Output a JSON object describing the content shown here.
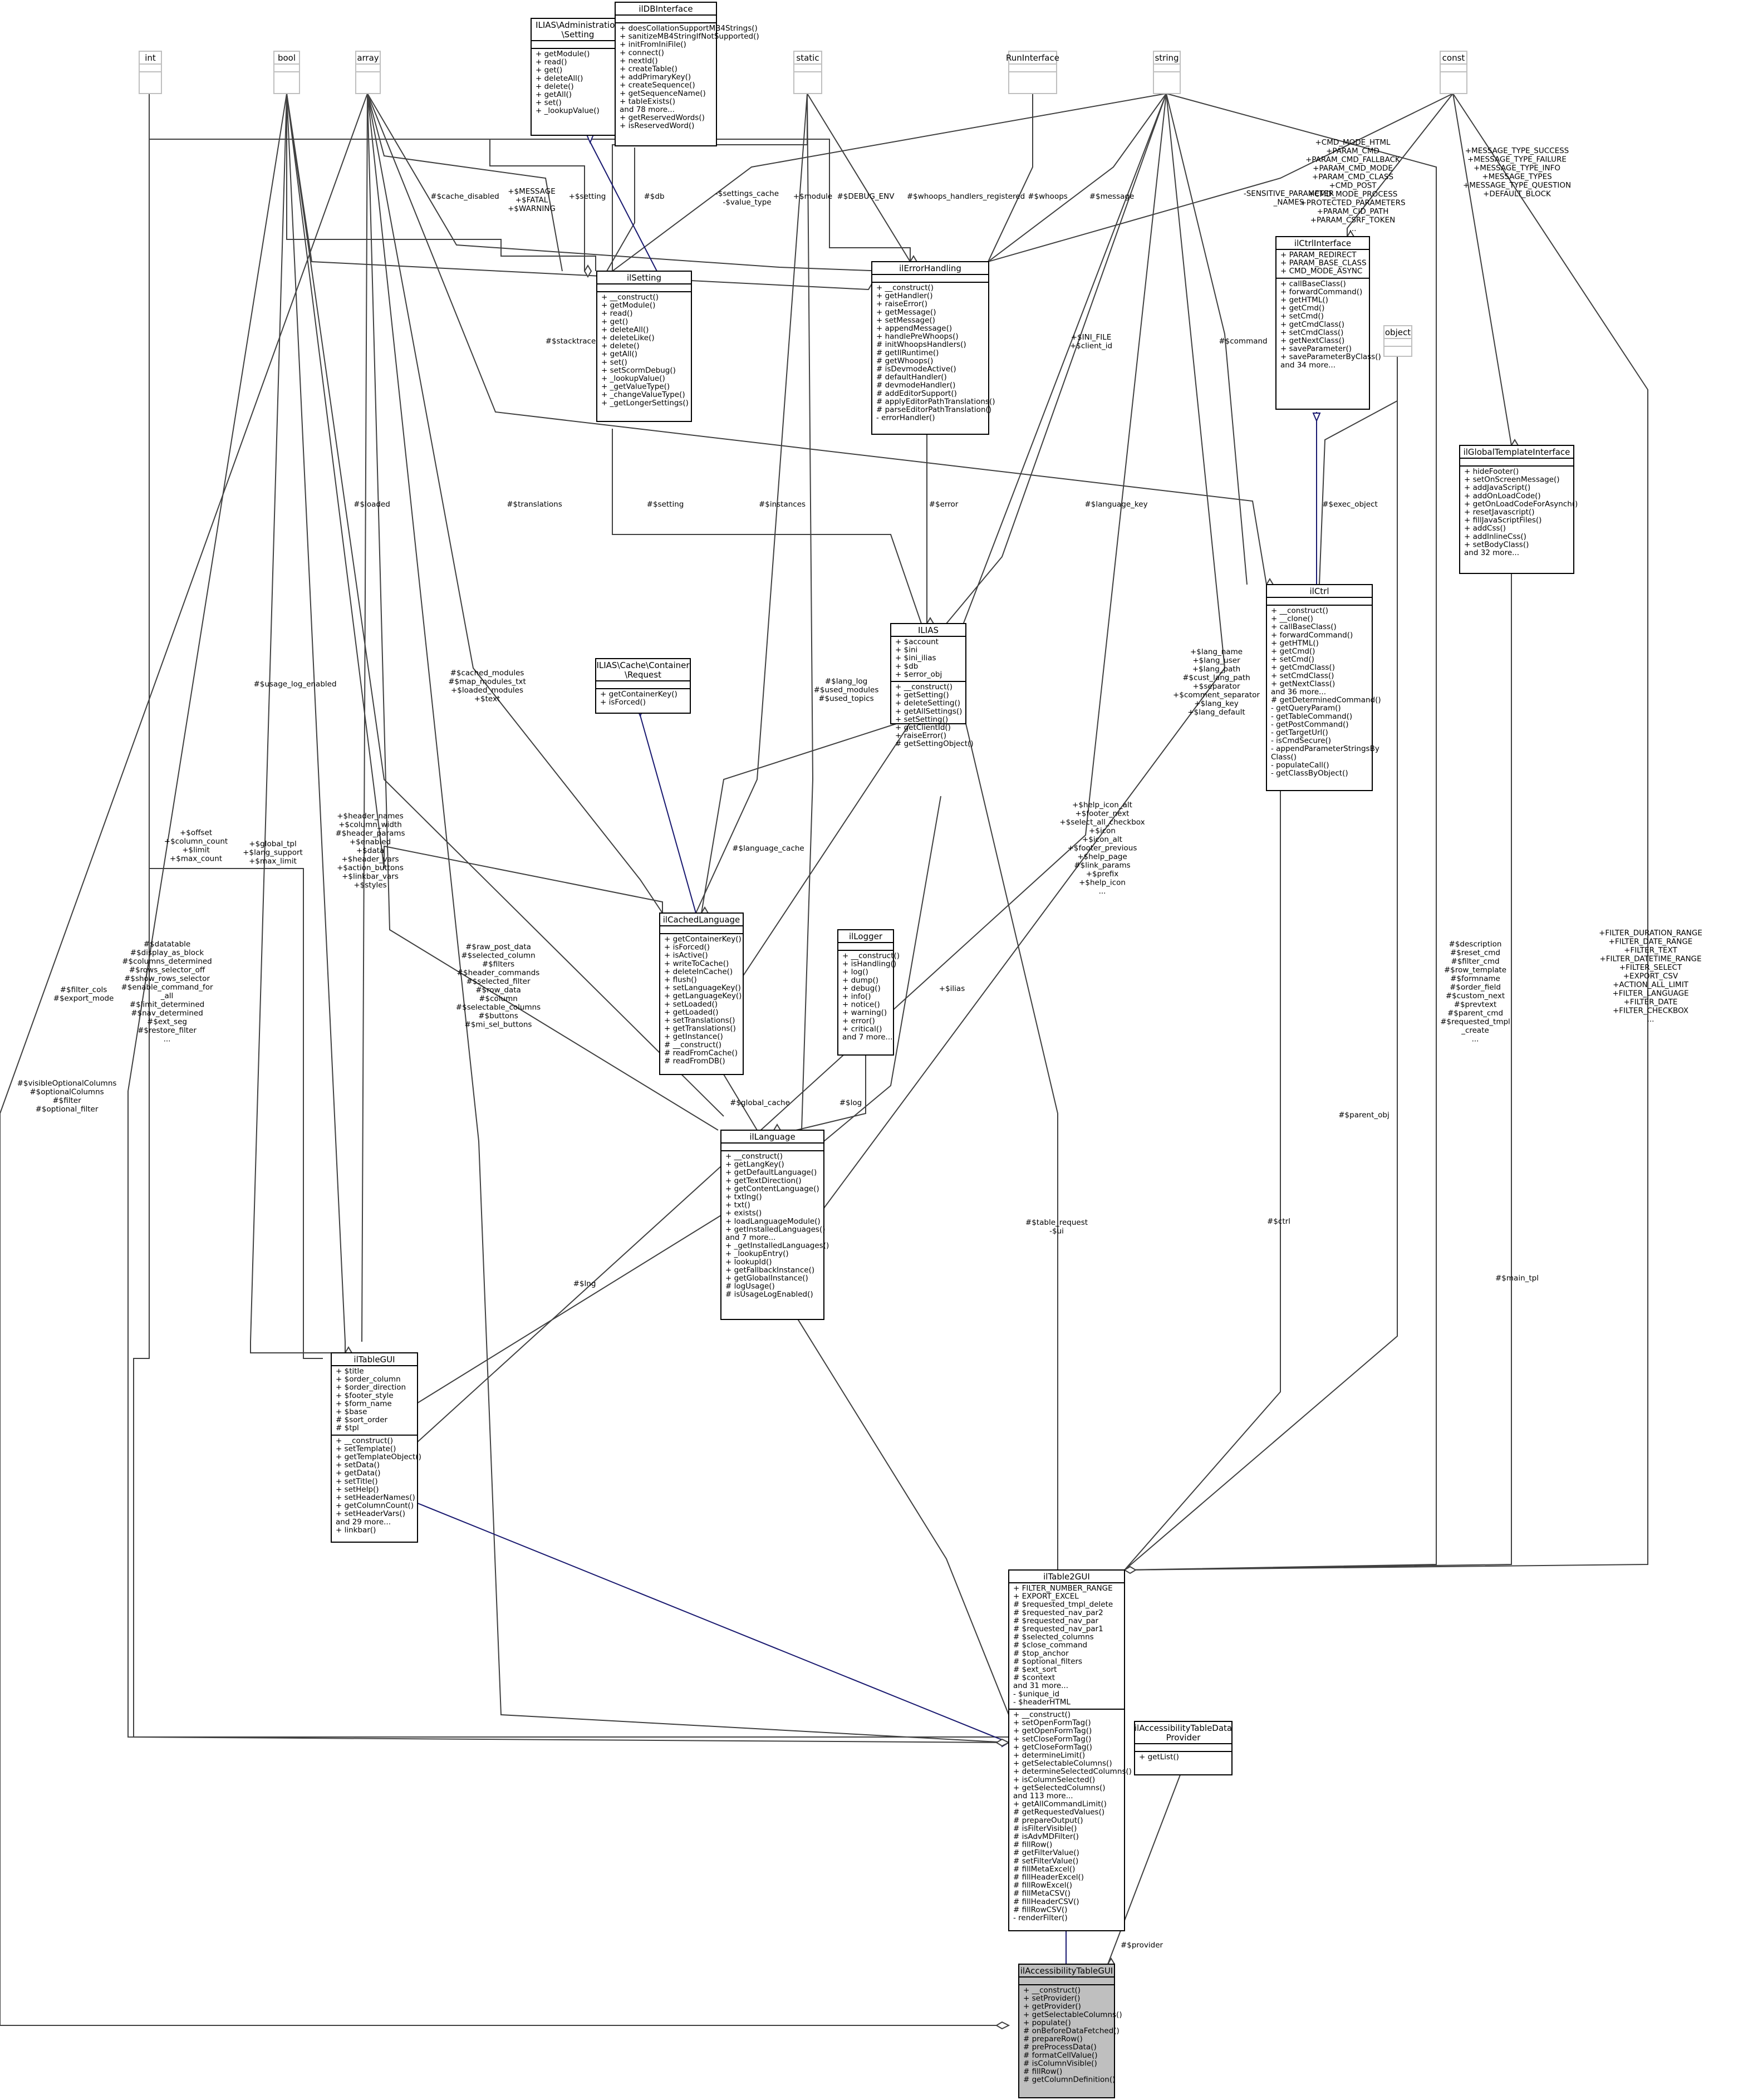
{
  "classes": [
    {
      "id": "int",
      "title": [
        "int"
      ],
      "attrs": [],
      "methods": [],
      "gray": true
    },
    {
      "id": "bool",
      "title": [
        "bool"
      ],
      "attrs": [],
      "methods": [],
      "gray": true
    },
    {
      "id": "array",
      "title": [
        "array"
      ],
      "attrs": [],
      "methods": [],
      "gray": true
    },
    {
      "id": "admset",
      "title": [
        "ILIAS\\Administration",
        "\\Setting"
      ],
      "attrs": [],
      "methods": [
        "+ getModule()",
        "+ read()",
        "+ get()",
        "+ deleteAll()",
        "+ delete()",
        "+ getAll()",
        "+ set()",
        "+ _lookupValue()"
      ]
    },
    {
      "id": "dbint",
      "title": [
        "ilDBInterface"
      ],
      "attrs": [],
      "methods": [
        "+ doesCollationSupportMB4Strings()",
        "+ sanitizeMB4StringIfNotSupported()",
        "+ initFromIniFile()",
        "+ connect()",
        "+ nextId()",
        "+ createTable()",
        "+ addPrimaryKey()",
        "+ createSequence()",
        "+ getSequenceName()",
        "+ tableExists()",
        "and 78 more...",
        "+ getReservedWords()",
        "+ isReservedWord()"
      ]
    },
    {
      "id": "static",
      "title": [
        "static"
      ],
      "attrs": [],
      "methods": [],
      "gray": true
    },
    {
      "id": "runint",
      "title": [
        "RunInterface"
      ],
      "attrs": [],
      "methods": [],
      "gray": true
    },
    {
      "id": "string",
      "title": [
        "string"
      ],
      "attrs": [],
      "methods": [],
      "gray": true
    },
    {
      "id": "const",
      "title": [
        "const"
      ],
      "attrs": [],
      "methods": [],
      "gray": true
    },
    {
      "id": "object",
      "title": [
        "object"
      ],
      "attrs": [],
      "methods": [],
      "gray": true
    },
    {
      "id": "setting",
      "title": [
        "ilSetting"
      ],
      "attrs": [],
      "methods": [
        "+ __construct()",
        "+ getModule()",
        "+ read()",
        "+ get()",
        "+ deleteAll()",
        "+ deleteLike()",
        "+ delete()",
        "+ getAll()",
        "+ set()",
        "+ setScormDebug()",
        "+ _lookupValue()",
        "+ _getValueType()",
        "+ _changeValueType()",
        "+ _getLongerSettings()"
      ]
    },
    {
      "id": "errh",
      "title": [
        "ilErrorHandling"
      ],
      "attrs": [],
      "methods": [
        "+ __construct()",
        "+ getHandler()",
        "+ raiseError()",
        "+ getMessage()",
        "+ setMessage()",
        "+ appendMessage()",
        "+ handlePreWhoops()",
        "# initWhoopsHandlers()",
        "# getIlRuntime()",
        "# getWhoops()",
        "# isDevmodeActive()",
        "# defaultHandler()",
        "# devmodeHandler()",
        "# addEditorSupport()",
        "# applyEditorPathTranslations()",
        "# parseEditorPathTranslation()",
        "- errorHandler()"
      ]
    },
    {
      "id": "ctrlint",
      "title": [
        "ilCtrlInterface"
      ],
      "attrs": [
        "+ PARAM_REDIRECT",
        "+ PARAM_BASE_CLASS",
        "+ CMD_MODE_ASYNC"
      ],
      "methods": [
        "+ callBaseClass()",
        "+ forwardCommand()",
        "+ getHTML()",
        "+ getCmd()",
        "+ setCmd()",
        "+ getCmdClass()",
        "+ setCmdClass()",
        "+ getNextClass()",
        "+ saveParameter()",
        "+ saveParameterByClass()",
        "and 34 more..."
      ]
    },
    {
      "id": "gti",
      "title": [
        "ilGlobalTemplateInterface"
      ],
      "attrs": [],
      "methods": [
        "+ hideFooter()",
        "+ setOnScreenMessage()",
        "+ addJavaScript()",
        "+ addOnLoadCode()",
        "+ getOnLoadCodeForAsynch()",
        "+ resetJavascript()",
        "+ fillJavaScriptFiles()",
        "+ addCss()",
        "+ addInlineCss()",
        "+ setBodyClass()",
        "and 32 more..."
      ]
    },
    {
      "id": "ctrl",
      "title": [
        "ilCtrl"
      ],
      "attrs": [],
      "methods": [
        "+ __construct()",
        "+ __clone()",
        "+ callBaseClass()",
        "+ forwardCommand()",
        "+ getHTML()",
        "+ getCmd()",
        "+ setCmd()",
        "+ getCmdClass()",
        "+ setCmdClass()",
        "+ getNextClass()",
        "and 36 more...",
        "# getDeterminedCommand()",
        "- getQueryParam()",
        "- getTableCommand()",
        "- getPostCommand()",
        "- getTargetUrl()",
        "- isCmdSecure()",
        "- appendParameterStringsBy",
        "Class()",
        "- populateCall()",
        "- getClassByObject()"
      ]
    },
    {
      "id": "ilias",
      "title": [
        "ILIAS"
      ],
      "attrs": [
        "+ $account",
        "+ $ini",
        "+ $ini_ilias",
        "+ $db",
        "+ $error_obj"
      ],
      "methods": [
        "+ __construct()",
        "+ getSetting()",
        "+ deleteSetting()",
        "+ getAllSettings()",
        "+ setSetting()",
        "+ getClientId()",
        "+ raiseError()",
        "# getSettingObject()"
      ]
    },
    {
      "id": "cachereq",
      "title": [
        "ILIAS\\Cache\\Container",
        "\\Request"
      ],
      "attrs": [],
      "methods": [
        "+ getContainerKey()",
        "+ isForced()"
      ]
    },
    {
      "id": "cachedlang",
      "title": [
        "ilCachedLanguage"
      ],
      "attrs": [],
      "methods": [
        "+ getContainerKey()",
        "+ isForced()",
        "+ isActive()",
        "+ writeToCache()",
        "+ deleteInCache()",
        "+ flush()",
        "+ setLanguageKey()",
        "+ getLanguageKey()",
        "+ setLoaded()",
        "+ getLoaded()",
        "+ setTranslations()",
        "+ getTranslations()",
        "+ getInstance()",
        "# __construct()",
        "# readFromCache()",
        "# readFromDB()"
      ]
    },
    {
      "id": "logger",
      "title": [
        "ilLogger"
      ],
      "attrs": [],
      "methods": [
        "+ __construct()",
        "+ isHandling()",
        "+ log()",
        "+ dump()",
        "+ debug()",
        "+ info()",
        "+ notice()",
        "+ warning()",
        "+ error()",
        "+ critical()",
        "and 7 more..."
      ]
    },
    {
      "id": "language",
      "title": [
        "ilLanguage"
      ],
      "attrs": [],
      "methods": [
        "+ __construct()",
        "+ getLangKey()",
        "+ getDefaultLanguage()",
        "+ getTextDirection()",
        "+ getContentLanguage()",
        "+ txtlng()",
        "+ txt()",
        "+ exists()",
        "+ loadLanguageModule()",
        "+ getInstalledLanguages()",
        "and 7 more...",
        "+ _getInstalledLanguages()",
        "+ _lookupEntry()",
        "+ lookupId()",
        "+ getFallbackInstance()",
        "+ getGlobalInstance()",
        "# logUsage()",
        "# isUsageLogEnabled()"
      ]
    },
    {
      "id": "tablegui",
      "title": [
        "ilTableGUI"
      ],
      "attrs": [
        "+ $title",
        "+ $order_column",
        "+ $order_direction",
        "+ $footer_style",
        "+ $form_name",
        "+ $base",
        "# $sort_order",
        "# $tpl"
      ],
      "methods": [
        "+ __construct()",
        "+ setTemplate()",
        "+ getTemplateObject()",
        "+ setData()",
        "+ getData()",
        "+ setTitle()",
        "+ setHelp()",
        "+ setHeaderNames()",
        "+ getColumnCount()",
        "+ setHeaderVars()",
        "and 29 more...",
        "+ linkbar()"
      ]
    },
    {
      "id": "table2gui",
      "title": [
        "ilTable2GUI"
      ],
      "attrs": [
        "+ FILTER_NUMBER_RANGE",
        "+ EXPORT_EXCEL",
        "# $requested_tmpl_delete",
        "# $requested_nav_par2",
        "# $requested_nav_par",
        "# $requested_nav_par1",
        "# $selected_columns",
        "# $close_command",
        "# $top_anchor",
        "# $optional_filters",
        "# $ext_sort",
        "# $context",
        "and 31 more...",
        "- $unique_id",
        "- $headerHTML"
      ],
      "methods": [
        "+ __construct()",
        "+ setOpenFormTag()",
        "+ getOpenFormTag()",
        "+ setCloseFormTag()",
        "+ getCloseFormTag()",
        "+ determineLimit()",
        "+ getSelectableColumns()",
        "+ determineSelectedColumns()",
        "+ isColumnSelected()",
        "+ getSelectedColumns()",
        "and 113 more...",
        "+ getAllCommandLimit()",
        "# getRequestedValues()",
        "# prepareOutput()",
        "# isFilterVisible()",
        "# isAdvMDFilter()",
        "# fillRow()",
        "# getFilterValue()",
        "# setFilterValue()",
        "# fillMetaExcel()",
        "# fillHeaderExcel()",
        "# fillRowExcel()",
        "# fillMetaCSV()",
        "# fillHeaderCSV()",
        "# fillRowCSV()",
        "- renderFilter()"
      ]
    },
    {
      "id": "provider",
      "title": [
        "ilAccessibilityTableData",
        "Provider"
      ],
      "attrs": [],
      "methods": [
        "+ getList()"
      ]
    },
    {
      "id": "acctable",
      "title": [
        "ilAccessibilityTableGUI"
      ],
      "attrs": [],
      "methods": [
        "+ __construct()",
        "+ setProvider()",
        "+ getProvider()",
        "+ getSelectableColumns()",
        "+ populate()",
        "# onBeforeDataFetched()",
        "# prepareRow()",
        "# preProcessData()",
        "# formatCellValue()",
        "# isColumnVisible()",
        "# fillRow()",
        "# getColumnDefinition()"
      ],
      "highlight": true
    }
  ],
  "edge_labels": [
    {
      "id": "l_settingmsg",
      "lines": [
        "+$MESSAGE",
        "+$FATAL",
        "+$WARNING"
      ]
    },
    {
      "id": "l_cachedis",
      "lines": [
        "#$cache_disabled"
      ]
    },
    {
      "id": "l_setting",
      "lines": [
        "+$setting"
      ]
    },
    {
      "id": "l_db",
      "lines": [
        "#$db"
      ]
    },
    {
      "id": "l_setcache",
      "lines": [
        "-$settings_cache",
        "-$value_type"
      ]
    },
    {
      "id": "l_module",
      "lines": [
        "+$module"
      ]
    },
    {
      "id": "l_debugenv",
      "lines": [
        "#$DEBUG_ENV"
      ]
    },
    {
      "id": "l_whoopsreg",
      "lines": [
        "#$whoops_handlers_registered"
      ]
    },
    {
      "id": "l_whoops",
      "lines": [
        "#$whoops"
      ]
    },
    {
      "id": "l_message",
      "lines": [
        "#$message"
      ]
    },
    {
      "id": "l_sensitive",
      "lines": [
        "-SENSITIVE_PARAMETER",
        "_NAMES"
      ]
    },
    {
      "id": "l_ctrlconst",
      "lines": [
        "+CMD_MODE_HTML",
        "+PARAM_CMD",
        "+PARAM_CMD_FALLBACK",
        "+PARAM_CMD_MODE",
        "+PARAM_CMD_CLASS",
        "+CMD_POST",
        "+CMD_MODE_PROCESS",
        "+PROTECTED_PARAMETERS",
        "+PARAM_CID_PATH",
        "+PARAM_CSRF_TOKEN",
        "..."
      ]
    },
    {
      "id": "l_msgtypes",
      "lines": [
        "+MESSAGE_TYPE_SUCCESS",
        "+MESSAGE_TYPE_FAILURE",
        "+MESSAGE_TYPE_INFO",
        "+MESSAGE_TYPES",
        "+MESSAGE_TYPE_QUESTION",
        "+DEFAULT_BLOCK"
      ]
    },
    {
      "id": "l_stacktrace",
      "lines": [
        "#$stacktrace"
      ]
    },
    {
      "id": "l_inifile",
      "lines": [
        "+$INI_FILE",
        "+$client_id"
      ]
    },
    {
      "id": "l_command",
      "lines": [
        "#$command"
      ]
    },
    {
      "id": "l_loaded",
      "lines": [
        "#$loaded"
      ]
    },
    {
      "id": "l_translations",
      "lines": [
        "#$translations"
      ]
    },
    {
      "id": "l_setting2",
      "lines": [
        "#$setting"
      ]
    },
    {
      "id": "l_instances",
      "lines": [
        "#$instances"
      ]
    },
    {
      "id": "l_error",
      "lines": [
        "#$error"
      ]
    },
    {
      "id": "l_langkey",
      "lines": [
        "#$language_key"
      ]
    },
    {
      "id": "l_execobj",
      "lines": [
        "#$exec_object"
      ]
    },
    {
      "id": "l_usagelog",
      "lines": [
        "#$usage_log_enabled"
      ]
    },
    {
      "id": "l_cachedmods",
      "lines": [
        "#$cached_modules",
        "#$map_modules_txt",
        "+$loaded_modules",
        "+$text"
      ]
    },
    {
      "id": "l_langlog",
      "lines": [
        "#$lang_log",
        "#$used_modules",
        "#$used_topics"
      ]
    },
    {
      "id": "l_langname",
      "lines": [
        "+$lang_name",
        "+$lang_user",
        "+$lang_path",
        "#$cust_lang_path",
        "+$separator",
        "+$comment_separator",
        "+$lang_key",
        "+$lang_default"
      ]
    },
    {
      "id": "l_offset",
      "lines": [
        "+$offset",
        "+$column_count",
        "+$limit",
        "+$max_count"
      ]
    },
    {
      "id": "l_globaltpl",
      "lines": [
        "+$global_tpl",
        "+$lang_support",
        "+$max_limit"
      ]
    },
    {
      "id": "l_headernames",
      "lines": [
        "+$header_names",
        "+$column_width",
        "#$header_params",
        "+$enabled",
        "+$data",
        "+$header_vars",
        "+$action_buttons",
        "+$linkbar_vars",
        "+$styles"
      ]
    },
    {
      "id": "l_helpicon",
      "lines": [
        "+$help_icon_alt",
        "+$footer_next",
        "+$select_all_checkbox",
        "+$icon",
        "+$icon_alt",
        "+$footer_previous",
        "+$help_page",
        "#$link_params",
        "+$prefix",
        "+$help_icon",
        "..."
      ]
    },
    {
      "id": "l_langcache",
      "lines": [
        "#$language_cache"
      ]
    },
    {
      "id": "l_ilias",
      "lines": [
        "+$ilias"
      ]
    },
    {
      "id": "l_rawpost",
      "lines": [
        "#$raw_post_data",
        "#$selected_column",
        "#$filters",
        "#$header_commands",
        "#$selected_filter",
        "#$row_data",
        "#$column",
        "#$selectable_columns",
        "#$buttons",
        "#$mi_sel_buttons"
      ]
    },
    {
      "id": "l_datatable",
      "lines": [
        "#$datatable",
        "#$display_as_block",
        "#$columns_determined",
        "#$rows_selector_off",
        "#$show_rows_selector",
        "#$enable_command_for",
        "_all",
        "#$limit_determined",
        "#$nav_determined",
        "#$ext_seg",
        "#$restore_filter",
        "..."
      ]
    },
    {
      "id": "l_filtercols",
      "lines": [
        "#$filter_cols",
        "#$export_mode"
      ]
    },
    {
      "id": "l_visopt",
      "lines": [
        "#$visibleOptionalColumns",
        "#$optionalColumns",
        "#$filter",
        "#$optional_filter"
      ]
    },
    {
      "id": "l_globalcache",
      "lines": [
        "#$global_cache"
      ]
    },
    {
      "id": "l_log",
      "lines": [
        "#$log"
      ]
    },
    {
      "id": "l_description",
      "lines": [
        "#$description",
        "#$reset_cmd",
        "#$filter_cmd",
        "#$row_template",
        "#$formname",
        "#$order_field",
        "#$custom_next",
        "#$prevtext",
        "#$parent_cmd",
        "#$requested_tmpl",
        "_create",
        "..."
      ]
    },
    {
      "id": "l_filterconst",
      "lines": [
        "+FILTER_DURATION_RANGE",
        "+FILTER_DATE_RANGE",
        "+FILTER_TEXT",
        "+FILTER_DATETIME_RANGE",
        "+FILTER_SELECT",
        "+EXPORT_CSV",
        "+ACTION_ALL_LIMIT",
        "+FILTER_LANGUAGE",
        "+FILTER_DATE",
        "+FILTER_CHECKBOX",
        "..."
      ]
    },
    {
      "id": "l_parentobj",
      "lines": [
        "#$parent_obj"
      ]
    },
    {
      "id": "l_ctrlvar",
      "lines": [
        "#$ctrl"
      ]
    },
    {
      "id": "l_maintpl",
      "lines": [
        "#$main_tpl"
      ]
    },
    {
      "id": "l_tablereq",
      "lines": [
        "#$table_request",
        "-$ui"
      ]
    },
    {
      "id": "l_lng",
      "lines": [
        "#$lng"
      ]
    },
    {
      "id": "l_provider",
      "lines": [
        "#$provider"
      ]
    }
  ]
}
